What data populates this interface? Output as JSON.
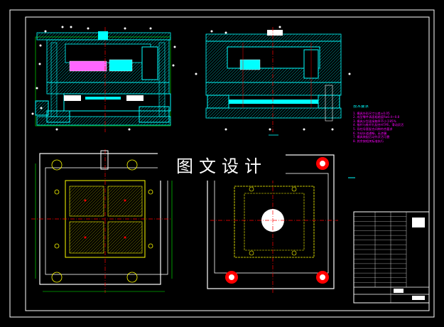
{
  "watermark": "图文设计",
  "notes": {
    "title": "技术要求",
    "items": [
      "1. 模具外形尺寸公差±0.05",
      "2. 成型零件表面粗糙度Ra0.4~0.8",
      "3. 模具分型面接触率不小于85%",
      "4. 推杆与推杆孔配合H7/f6，滑动灵活",
      "5. 导柱导套配合间隙符合要求",
      "6. 冷却水道通畅，无渗漏",
      "7. 模具装配后动作灵活可靠",
      "8. 其余按相关标准执行"
    ]
  },
  "colors": {
    "background": "#000000",
    "outline": "#ffffff",
    "plate": "#00ffff",
    "hatch": "#00c8c8",
    "centerline": "#ff0000",
    "runner": "#ffff00",
    "dimension": "#00ff00",
    "cavity": "#ff66ff",
    "ejector": "#8080ff"
  },
  "titleblock": {
    "rows": 16
  }
}
